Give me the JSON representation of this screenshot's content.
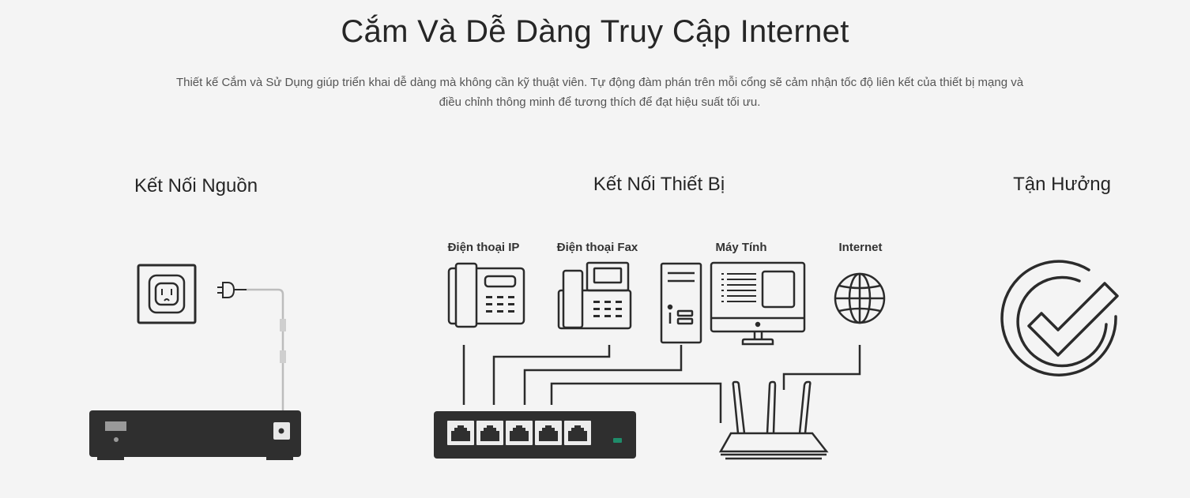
{
  "header": {
    "title": "Cắm Và Dễ Dàng Truy Cập Internet",
    "description": "Thiết kế Cắm và Sử Dụng giúp triển khai dễ dàng mà không cần kỹ thuật viên. Tự động đàm phán trên mỗi cổng sẽ cảm nhận tốc độ liên kết của thiết bị mạng và điều chỉnh thông minh để tương thích để đạt hiệu suất tối ưu."
  },
  "steps": [
    {
      "label": "Kết Nối Nguồn"
    },
    {
      "label": "Kết Nối Thiết Bị"
    },
    {
      "label": "Tận Hưởng"
    }
  ],
  "devices": [
    {
      "label": "Điện thoại IP",
      "icon": "ip-phone-icon"
    },
    {
      "label": "Điện thoại Fax",
      "icon": "fax-phone-icon"
    },
    {
      "label": "Máy Tính",
      "icon": "computer-icon"
    },
    {
      "label": "Internet",
      "icon": "globe-icon"
    }
  ],
  "colors": {
    "background": "#f4f4f4",
    "line": "#2b2b2b",
    "switch_body": "#2f2f2f",
    "led": "#1f8c6a"
  }
}
